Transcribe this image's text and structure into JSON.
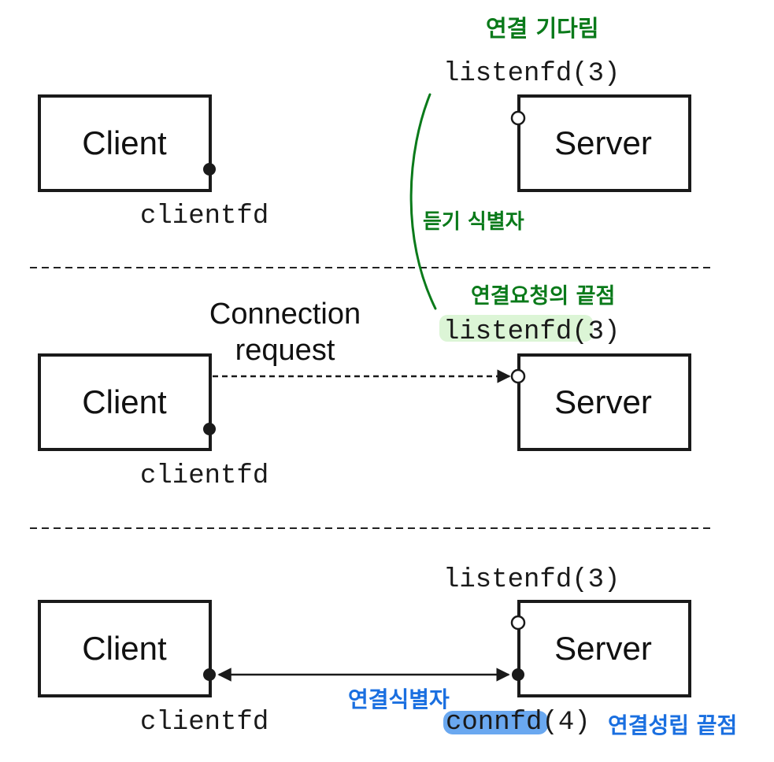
{
  "colors": {
    "annotation_green": "#0a7a1a",
    "annotation_blue": "#1a6fe0",
    "highlight_green": "#dcf5d6",
    "highlight_blue": "#6aa8f0"
  },
  "panels": [
    {
      "client_label": "Client",
      "client_fd": "clientfd",
      "server_label": "Server",
      "listen_fd": "listenfd(3)"
    },
    {
      "client_label": "Client",
      "client_fd": "clientfd",
      "server_label": "Server",
      "listen_fd_name": "listenfd",
      "listen_fd_num": "(3)",
      "arrow_label_line1": "Connection",
      "arrow_label_line2": "request"
    },
    {
      "client_label": "Client",
      "client_fd": "clientfd",
      "server_label": "Server",
      "listen_fd": "listenfd(3)",
      "conn_fd_name": "connfd",
      "conn_fd_num": "(4)"
    }
  ],
  "annotations": {
    "waiting_connection": "연결 기다림",
    "listening_descriptor": "듣기 식별자",
    "connection_request_endpoint": "연결요청의 끝점",
    "connected_descriptor": "연결식별자",
    "connection_established_endpoint": "연결성립 끝점"
  }
}
